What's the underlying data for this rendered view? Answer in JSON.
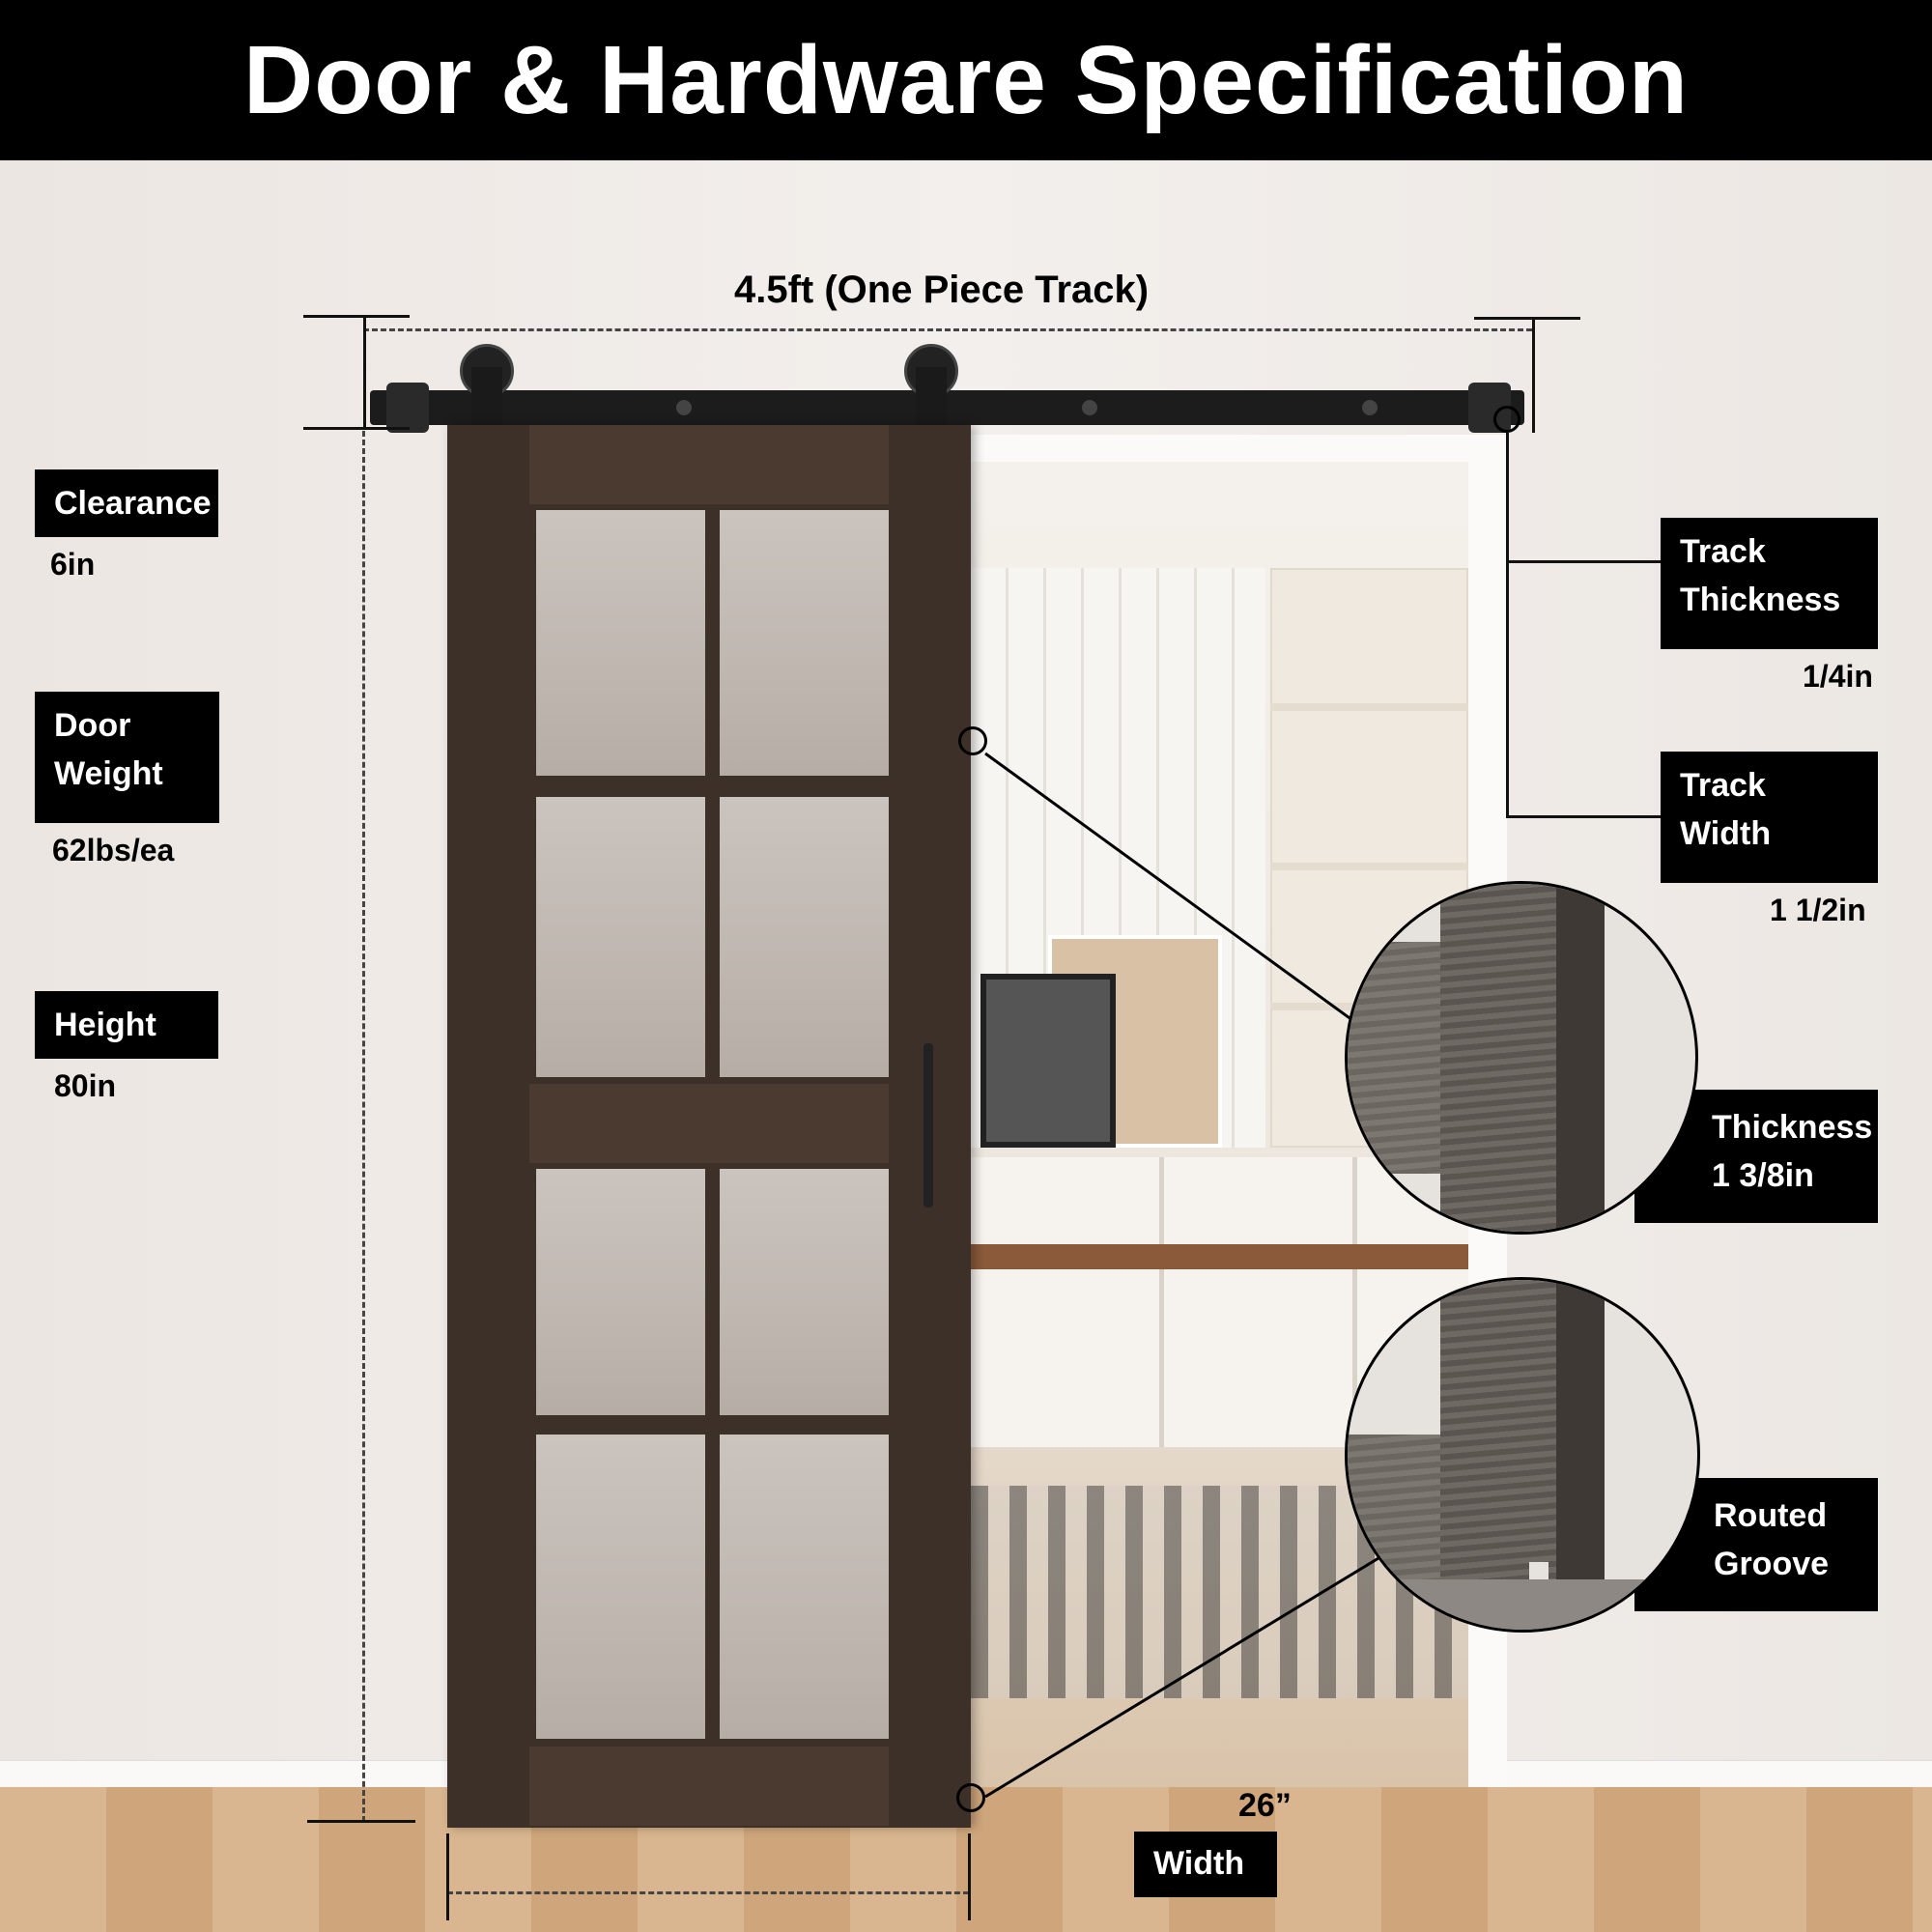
{
  "title": "Door  & Hardware Specification",
  "track": {
    "label": "4.5ft  (One Piece Track)"
  },
  "specs": {
    "clearance": {
      "label": "Clearance",
      "value": "6in"
    },
    "door_weight": {
      "label": "Door Weight",
      "value": "62lbs/ea"
    },
    "height": {
      "label": "Height",
      "value": "80in"
    },
    "track_thickness": {
      "label": "Track Thickness",
      "value": "1/4in"
    },
    "track_width": {
      "label": "Track Width",
      "value": "1  1/2in"
    },
    "thickness": {
      "label": "Thickness",
      "value": "1  3/8in"
    },
    "routed_groove": {
      "label": "Routed Groove"
    },
    "width": {
      "label": "Width",
      "value": "26”"
    }
  }
}
